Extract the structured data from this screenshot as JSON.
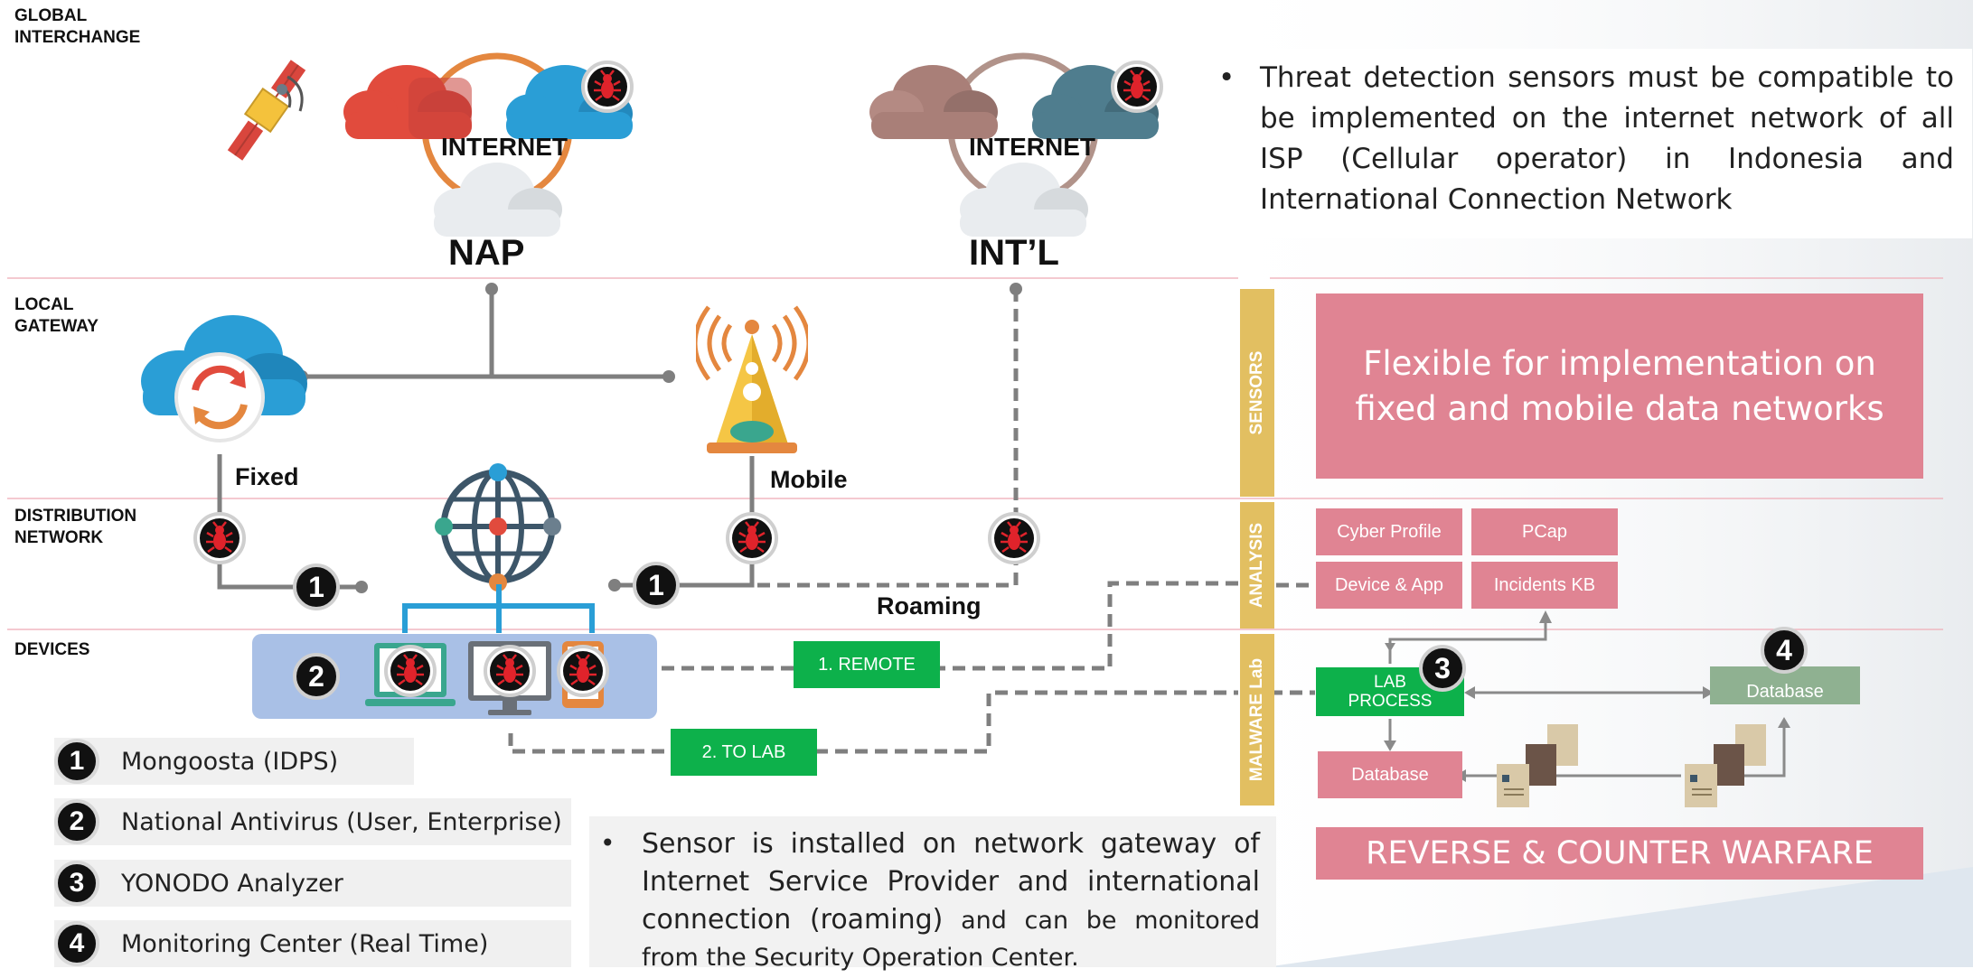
{
  "zones": {
    "global": "GLOBAL\nINTERCHANGE",
    "local": "LOCAL\nGATEWAY",
    "distribution": "DISTRIBUTION\nNETWORK",
    "devices": "DEVICES"
  },
  "internet_nodes": {
    "nap_cloud_label": "INTERNET",
    "nap_title": "NAP",
    "intl_cloud_label": "INTERNET",
    "intl_title": "INT’L"
  },
  "network_labels": {
    "fixed": "Fixed",
    "mobile": "Mobile",
    "roaming": "Roaming"
  },
  "top_note": "Threat detection sensors must be compatible to be implemented on the internet network of all ISP (Cellular operator) in Indonesia and International Connection Network",
  "bottom_note": {
    "part1": "Sensor is installed on network gateway of Internet Service Provider and international connection (roaming)",
    "part2": " and can be monitored from the Security Operation Center."
  },
  "side_bars": {
    "sensors": "SENSORS",
    "analysis": "ANALYSIS",
    "malware_lab": "MALWARE Lab"
  },
  "sensors_text": "Flexible for implementation on fixed and mobile data networks",
  "analysis_boxes": {
    "cyber_profile": "Cyber Profile",
    "pcap": "PCap",
    "device_app": "Device & App",
    "incidents_kb": "Incidents KB"
  },
  "lab": {
    "lab_process": "LAB\nPROCESS",
    "database_left": "Database",
    "database_right": "Database"
  },
  "flows": {
    "remote": "1. REMOTE",
    "to_lab": "2. TO LAB"
  },
  "reverse_banner": "REVERSE & COUNTER WARFARE",
  "markers": {
    "m1": "1",
    "m2": "2",
    "m3": "3",
    "m4": "4"
  },
  "legend": [
    {
      "num": "1",
      "label": "Mongoosta (IDPS)"
    },
    {
      "num": "2",
      "label": "National Antivirus (User, Enterprise)"
    },
    {
      "num": "3",
      "label": "YONODO Analyzer"
    },
    {
      "num": "4",
      "label": "Monitoring Center (Real Time)"
    }
  ],
  "icons": [
    "satellite-icon",
    "cloud-icon",
    "bug-icon",
    "cell-tower-icon",
    "globe-network-icon",
    "sync-cloud-icon",
    "laptop-icon",
    "desktop-icon",
    "tablet-icon",
    "document-icon"
  ],
  "colors": {
    "pink": "#e08493",
    "green": "#0db14b",
    "gold": "#e2bf61",
    "sage": "#8fb191",
    "device_panel": "#a9c0e6"
  }
}
